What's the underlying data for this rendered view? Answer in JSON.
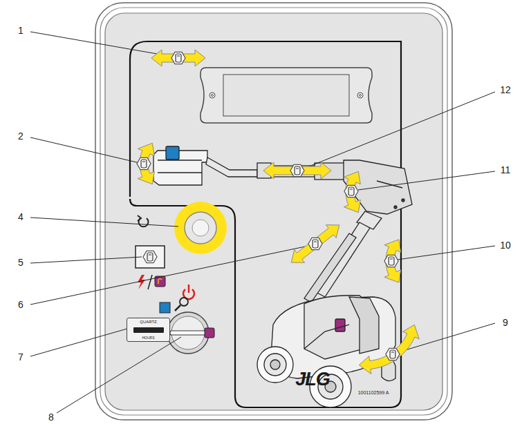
{
  "diagram": {
    "nodes": [
      {
        "text": [
          "QUARTZ",
          "HOURS"
        ]
      }
    ],
    "labels": [
      "1",
      "2",
      "4",
      "5",
      "6",
      "7",
      "8",
      "12",
      "11",
      "10",
      "9",
      "JLG",
      "1001102599 A"
    ]
  }
}
